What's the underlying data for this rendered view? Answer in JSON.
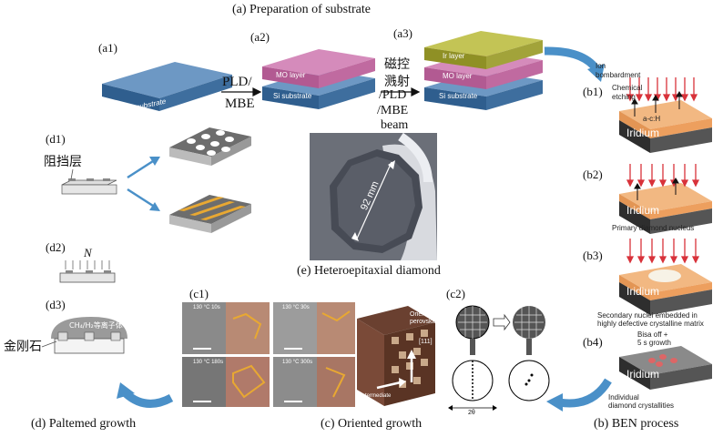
{
  "titles": {
    "a": "(a) Preparation of substrate",
    "b": "(b) BEN process",
    "c": "(c) Oriented growth",
    "d": "(d) Paltemed growth",
    "e": "(e) Heteroepitaxial diamond"
  },
  "panel_a": {
    "a1": "(a1)",
    "a2": "(a2)",
    "a3": "(a3)",
    "a1_layer": "Si substrate",
    "a2_top": "MO layer",
    "a2_bottom": "Si substrate",
    "a3_top": "Ir layer",
    "a3_mid": "MO layer",
    "a3_bottom": "Si substrate",
    "arrow1_top": "PLD/",
    "arrow1_bottom": "MBE",
    "arrow2_lines": [
      "磁控",
      "溅射",
      "/PLD",
      "/MBE",
      "beam"
    ]
  },
  "panel_b": {
    "b1": "(b1)",
    "b2": "(b2)",
    "b3": "(b3)",
    "b4": "(b4)",
    "ion": "Ion",
    "bombardment": "bombardment",
    "chemical": "Chemical",
    "etching": "etching",
    "ach": "a-c:H",
    "iridium": "Iridium",
    "primary": "Primary diamond nucleus",
    "secondary1": "Secondary nuclei embedded in",
    "secondary2": "highly defective crystalline matrix",
    "bias1": "Bisa off +",
    "bias2": "5 s growth",
    "individual1": "Individual",
    "individual2": "diamond crystallities"
  },
  "panel_c": {
    "c1": "(c1)",
    "c2": "(c2)",
    "t1": "130 °C 10s",
    "t2": "130 °C 30s",
    "t3": "130 °C 180s",
    "t4": "130 °C 300s",
    "intermediate": "Intermediate",
    "oriented1": "Oriented",
    "oriented2": "perovskite",
    "dir": "[111]",
    "theta": "2θ"
  },
  "panel_d": {
    "d1": "(d1)",
    "d2": "(d2)",
    "d3": "(d3)",
    "mask": "阻挡层",
    "n": "N",
    "diamond": "金刚石",
    "ch4": "CH₄/H₂等离子体"
  },
  "panel_e": {
    "size": "92 mm"
  },
  "colors": {
    "si": "#4a78a8",
    "mo": "#c66fa6",
    "ir": "#a7a83a",
    "arrow": "#4a90c8",
    "iridium": "#3a3a3a",
    "orange": "#e8954a",
    "ion": "#d8323a"
  }
}
